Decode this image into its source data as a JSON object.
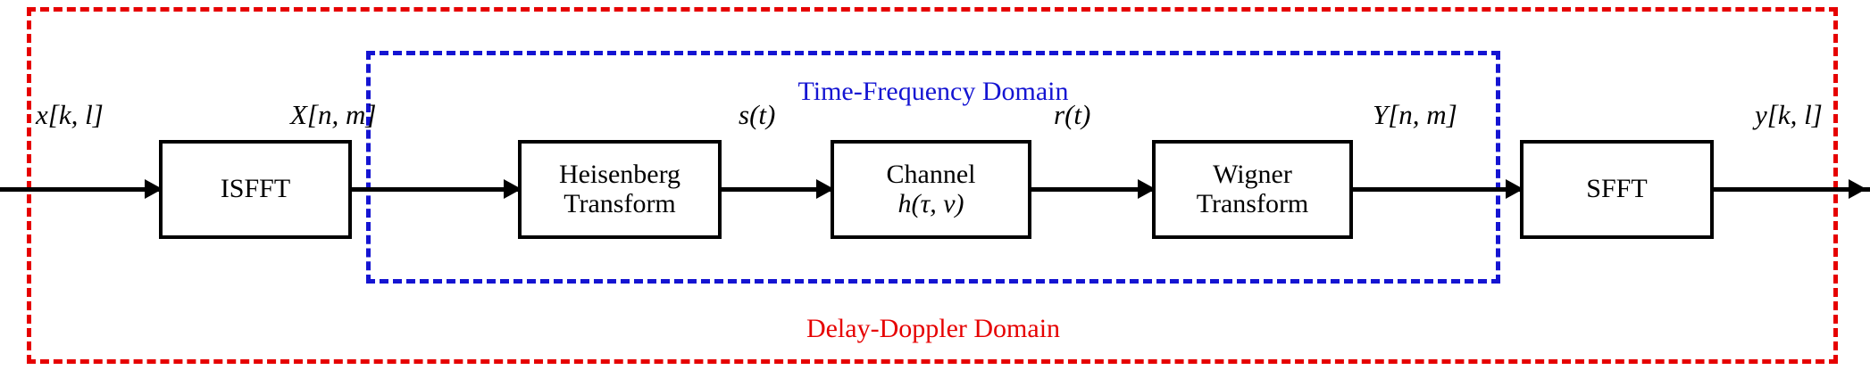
{
  "diagram": {
    "title": "OTFS modulation block diagram",
    "domains": [
      {
        "key": "time_frequency",
        "label": "Time-Frequency Domain",
        "color": "#1414d2",
        "border_style": "dashed"
      },
      {
        "key": "delay_doppler",
        "label": "Delay-Doppler Domain",
        "color": "#e60000",
        "border_style": "dashed"
      }
    ],
    "blocks": [
      {
        "key": "isfft",
        "line1": "ISFFT",
        "line2": ""
      },
      {
        "key": "heisenberg",
        "line1": "Heisenberg",
        "line2": "Transform"
      },
      {
        "key": "channel",
        "line1": "Channel",
        "line2": "h(τ, ν)"
      },
      {
        "key": "wigner",
        "line1": "Wigner",
        "line2": "Transform"
      },
      {
        "key": "sfft",
        "line1": "SFFT",
        "line2": ""
      }
    ],
    "signals": [
      {
        "key": "input",
        "label": "x[k, l]"
      },
      {
        "key": "isfft_output",
        "label": "X[n, m]"
      },
      {
        "key": "heisenberg_output",
        "label": "s(t)"
      },
      {
        "key": "channel_output",
        "label": "r(t)"
      },
      {
        "key": "wigner_output",
        "label": "Y[n, m]"
      },
      {
        "key": "output",
        "label": "y[k, l]"
      }
    ],
    "colors": {
      "line": "#000000",
      "time_frequency": "#1414d2",
      "delay_doppler": "#e60000",
      "background": "#ffffff"
    }
  }
}
